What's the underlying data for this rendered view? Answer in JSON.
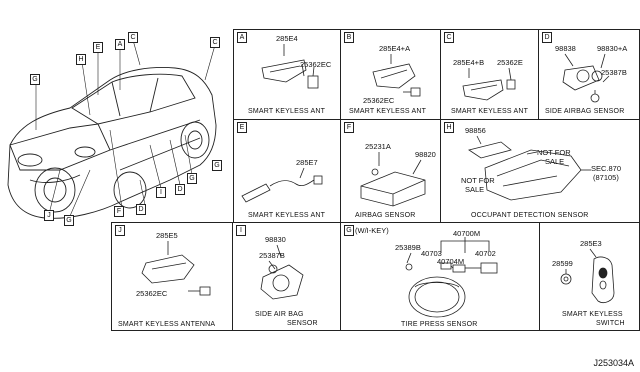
{
  "callouts": [
    "G",
    "H",
    "E",
    "A",
    "C",
    "C",
    "G",
    "J",
    "G",
    "F",
    "I",
    "D",
    "D",
    "G"
  ],
  "panels": {
    "A": {
      "tag": "A",
      "parts": [
        "285E4",
        "25362EC"
      ],
      "caption": "SMART KEYLESS ANT"
    },
    "B": {
      "tag": "B",
      "parts": [
        "285E4+A",
        "25362EC"
      ],
      "caption": "SMART KEYLESS ANT"
    },
    "C": {
      "tag": "C",
      "parts": [
        "285E4+B",
        "25362E"
      ],
      "caption": "SMART KEYLESS ANT"
    },
    "D": {
      "tag": "D",
      "parts": [
        "98838",
        "98830+A",
        "25387B"
      ],
      "caption": "SIDE AIRBAG SENSOR"
    },
    "E": {
      "tag": "E",
      "parts": [
        "285E7"
      ],
      "caption": "SMART KEYLESS ANT"
    },
    "F": {
      "tag": "F",
      "parts": [
        "25231A",
        "98820"
      ],
      "caption": "AIRBAG SENSOR"
    },
    "H": {
      "tag": "H",
      "parts": [
        "98856",
        "NOT FOR",
        "SALE",
        "NOT FOR",
        "SALE",
        "SEC.870",
        "(87105)"
      ],
      "caption": "OCCUPANT DETECTION SENSOR"
    },
    "J": {
      "tag": "J",
      "parts": [
        "285E5",
        "25362EC"
      ],
      "caption": "SMART KEYLESS ANTENNA"
    },
    "I": {
      "tag": "I",
      "parts": [
        "98830",
        "25387B"
      ],
      "caption_line1": "SIDE AIR BAG",
      "caption_line2": "SENSOR"
    },
    "G": {
      "tag": "G",
      "note": "(W/I-KEY)",
      "parts": [
        "40700M",
        "25389B",
        "40703",
        "40704M",
        "40702"
      ],
      "caption": "TIRE PRESS SENSOR"
    },
    "K": {
      "parts": [
        "285E3",
        "28599"
      ],
      "caption_line1": "SMART KEYLESS",
      "caption_line2": "SWITCH"
    }
  },
  "diagram_id": "J253034A"
}
